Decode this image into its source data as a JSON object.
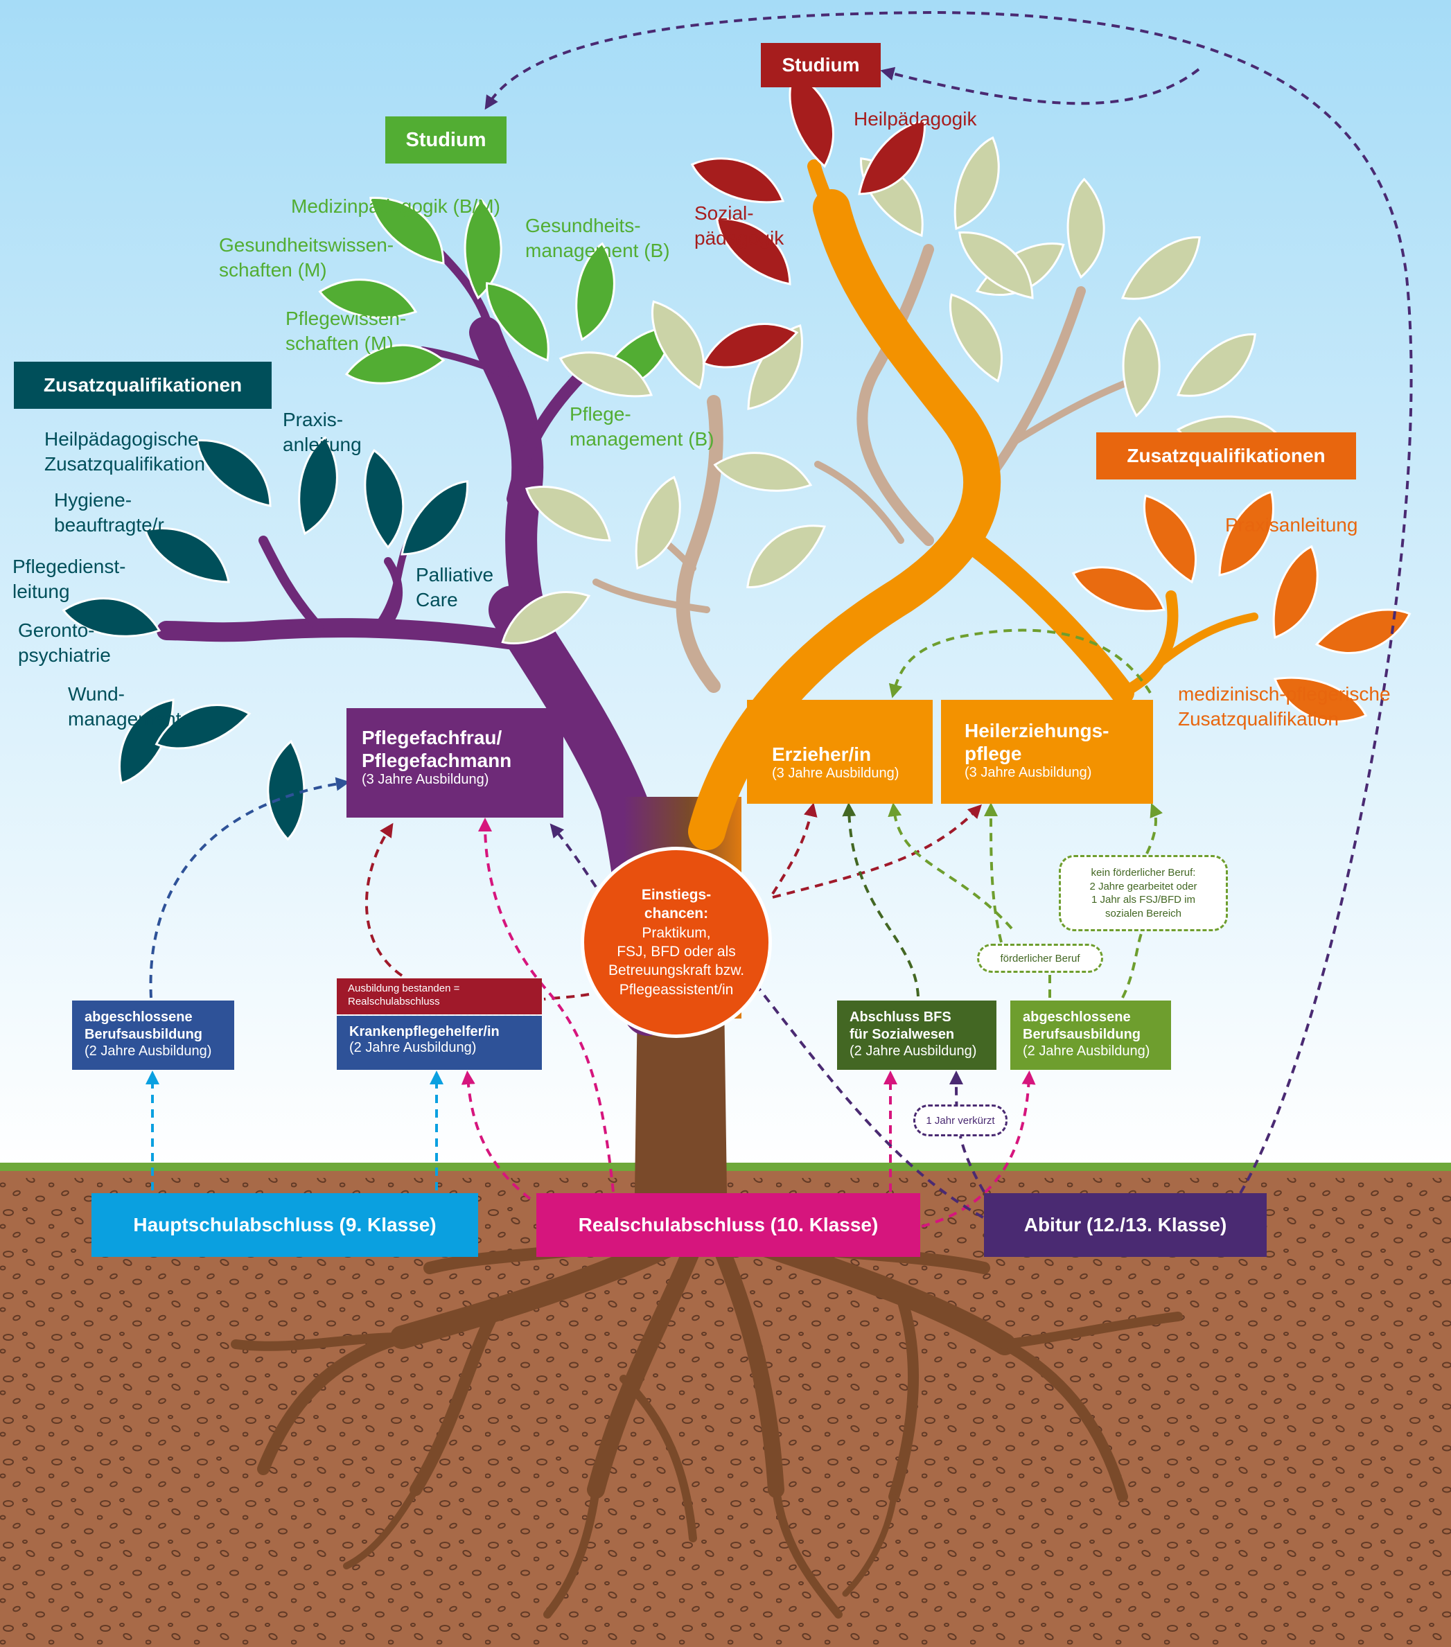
{
  "colors": {
    "sky_top": "#a6dcf7",
    "sky_bottom": "#ffffff",
    "soil": "#a86a48",
    "grass": "#6ea83a",
    "trunk": "#7a4a2a",
    "purple_branch": "#6e2a78",
    "orange_branch": "#f39200",
    "green_leaf": "#52ad33",
    "teal_leaf": "#004f5a",
    "pale_leaf": "#cbd3a7",
    "red_leaf": "#a61d1d",
    "orange_leaf": "#e96b10",
    "cyan": "#0aa0e0",
    "magenta": "#d6157d",
    "violet": "#4a2a72",
    "darkred": "#a0192a",
    "navy": "#2e5298",
    "darkgreen": "#436723",
    "lightgreen": "#6e9e2e",
    "orange_dark": "#e8660e"
  },
  "headers": {
    "studium_green": "Studium",
    "studium_red": "Studium",
    "zusatz_left": "Zusatzqualifikationen",
    "zusatz_right": "Zusatzqualifikationen"
  },
  "labels": {
    "medizinpaed": "Medizinpädagogik (B/M)",
    "gesundheitswiss": "Gesundheitswissen-\nschaften (M)",
    "gesundheitsmgmt": "Gesundheits-\nmanagement (B)",
    "pflegewiss": "Pflegewissen-\nschaften (M)",
    "pflegemgmt": "Pflege-\nmanagement (B)",
    "heilpaedagogik": "Heilpädagogik",
    "sozialpaed": "Sozial-\npädagogik",
    "heilpaed_zq": "Heilpädagogische\nZusatzqualifikation",
    "praxisanleitung_left": "Praxis-\nanleitung",
    "hygiene": "Hygiene-\nbeauftragte/r",
    "palliative": "Palliative\nCare",
    "pflegedienst": "Pflegedienst-\nleitung",
    "geronto": "Geronto-\npsychiatrie",
    "wund": "Wund-\nmanagement",
    "praxisanleitung_right": "Praxisanleitung",
    "med_pfleg_zq": "medizinisch-pflegerische\nZusatzqualifikation"
  },
  "careers": {
    "pflege": {
      "title": "Pflegefachfrau/\nPflegefachmann",
      "sub": "(3 Jahre Ausbildung)"
    },
    "erzieher": {
      "title": "Erzieher/in",
      "sub": "(3 Jahre Ausbildung)"
    },
    "hep": {
      "title": "Heilerziehungs-\npflege",
      "sub": "(3 Jahre Ausbildung)"
    }
  },
  "circle": {
    "title": "Einstiegs-\nchancen:",
    "text": "Praktikum,\nFSJ, BFD oder als\nBetreuungskraft bzw.\nPflegeassistent/in"
  },
  "mid_boxes": {
    "berufsausbildung_left": {
      "title": "abgeschlossene\nBerufsausbildung",
      "sub": "(2 Jahre Ausbildung)"
    },
    "realschul_note": "Ausbildung bestanden =\nRealschulabschluss",
    "krankenpflege": {
      "title": "Krankenpflegehelfer/in",
      "sub": "(2 Jahre Ausbildung)"
    },
    "bfs": {
      "title": "Abschluss BFS\nfür Sozialwesen",
      "sub": "(2 Jahre Ausbildung)"
    },
    "berufsausbildung_right": {
      "title": "abgeschlossene\nBerufsausbildung",
      "sub": "(2 Jahre Ausbildung)"
    }
  },
  "notes": {
    "foerderlich": "förderlicher Beruf",
    "nicht_foerderlich": "kein förderlicher Beruf:\n2 Jahre gearbeitet oder\n1 Jahr als FSJ/BFD im\nsozialen Bereich",
    "verkuerzt": "1 Jahr verkürzt"
  },
  "schools": {
    "hauptschul": "Hauptschulabschluss (9. Klasse)",
    "realschul": "Realschulabschluss (10. Klasse)",
    "abitur": "Abitur (12./13. Klasse)"
  }
}
